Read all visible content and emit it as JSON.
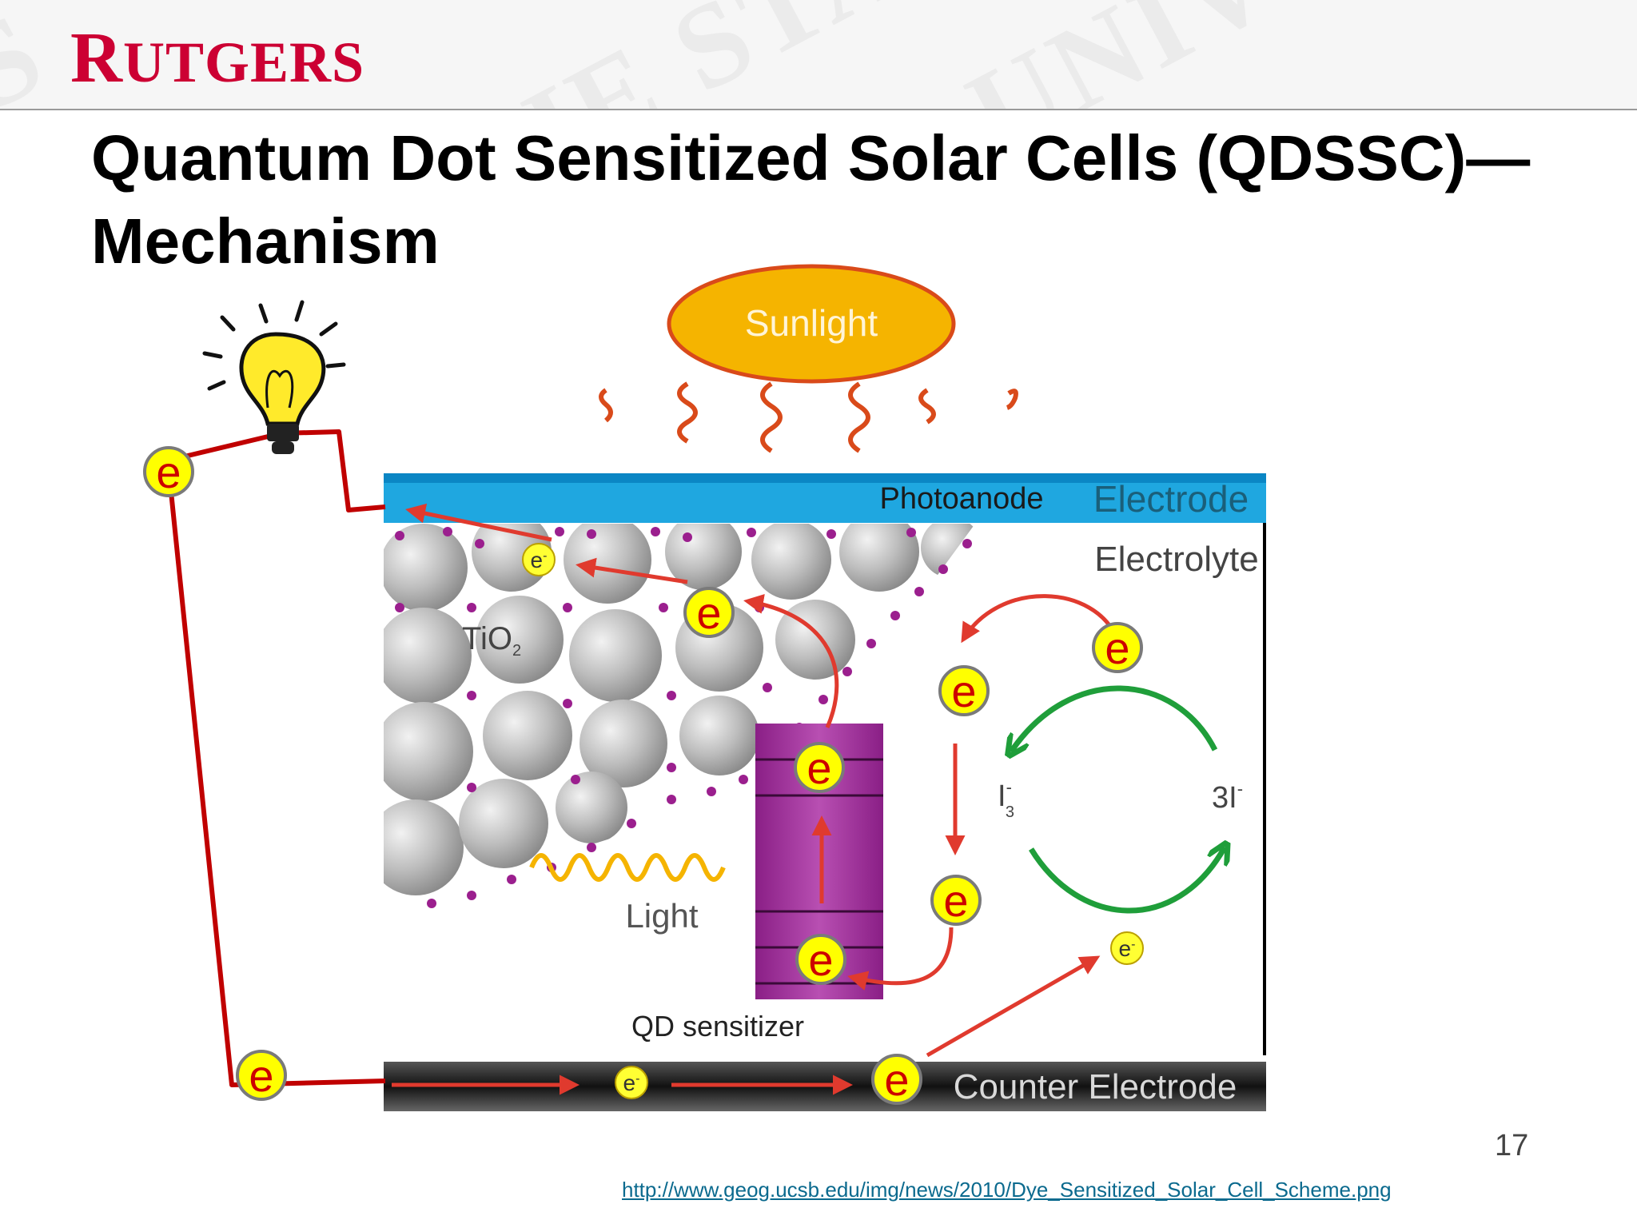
{
  "header": {
    "logo": "RUTGERS"
  },
  "title": {
    "line1": "Quantum Dot Sensitized Solar Cells (QDSSC)—",
    "line2": "Mechanism"
  },
  "diagram": {
    "sunlight": "Sunlight",
    "photoanode": "Photoanode",
    "electrode": "Electrode",
    "electrolyte": "Electrolyte",
    "tio2": "TiO",
    "tio2_subscript": "2",
    "light": "Light",
    "qd_sensitizer": "QD sensitizer",
    "counter_electrode": "Counter Electrode",
    "iodine_left": "I",
    "iodine_left_sub": "3",
    "iodine_left_sup": "-",
    "iodide_right": "3I",
    "iodide_right_sup": "-",
    "electron": "e",
    "electron_small": "e",
    "electron_small_sup": "-"
  },
  "footer": {
    "page_number": "17",
    "source_url": "http://www.geog.ucsb.edu/img/news/2010/Dye_Sensitized_Solar_Cell_Scheme.png"
  },
  "colors": {
    "rutgers_red": "#cc0033",
    "circuit_wire": "#c00000",
    "electron_fill": "#ffff00",
    "electron_text": "#cc0000",
    "photoanode_blue": "#1fa7e0",
    "sunlight_orange": "#f5b400",
    "redox_green": "#1f9e3a",
    "qd_purple": "#a0289c"
  },
  "icons": [
    "light-bulb-icon",
    "sun-ellipse-icon"
  ]
}
